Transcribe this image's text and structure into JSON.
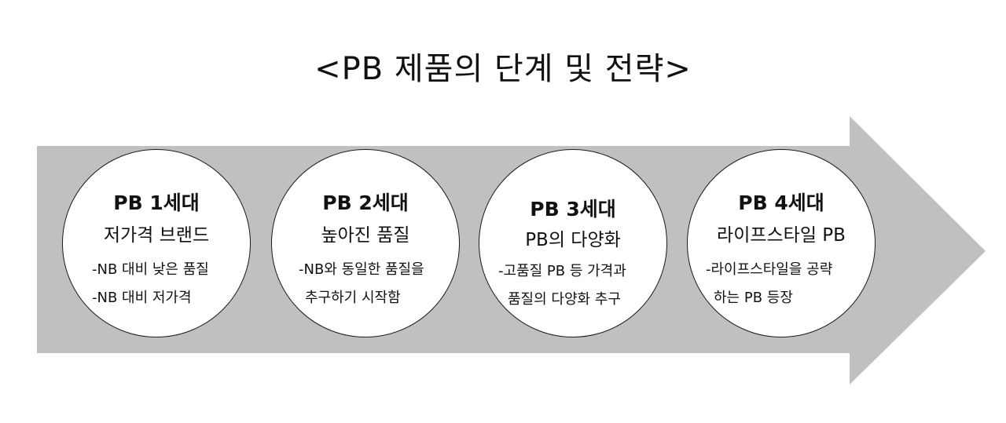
{
  "title": "<PB 제품의 단계 및 전략>",
  "stages": [
    {
      "generation": "PB 1세대",
      "subtitle": "저가격 브랜드",
      "lines": [
        "-NB 대비 낮은 품질",
        "-NB 대비 저가격"
      ]
    },
    {
      "generation": "PB 2세대",
      "subtitle": "높아진 품질",
      "lines": [
        "-NB와 동일한 품질을",
        "추구하기 시작함"
      ]
    },
    {
      "generation": "PB 3세대",
      "subtitle": "PB의 다양화",
      "lines": [
        "-고품질 PB 등 가격과",
        "품질의 다양화 추구"
      ]
    },
    {
      "generation": "PB 4세대",
      "subtitle": "라이프스타일 PB",
      "lines": [
        "-라이프스타일을 공략",
        "하는 PB 등장"
      ]
    }
  ],
  "colors": {
    "arrow": "#c0c0c0",
    "circle_fill": "#ffffff",
    "circle_border": "#1a1a1a",
    "text": "#111111"
  }
}
